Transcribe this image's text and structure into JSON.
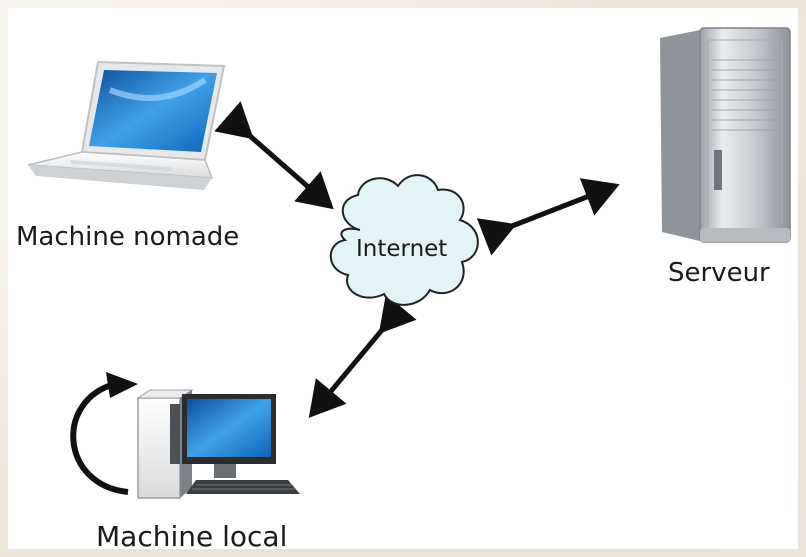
{
  "labels": {
    "nomade": "Machine nomade",
    "serveur": "Serveur",
    "local": "Machine local",
    "internet": "Internet"
  },
  "icons": {
    "laptop": "laptop-icon",
    "server": "server-tower-icon",
    "desktop": "desktop-computer-icon",
    "cloud": "cloud-icon"
  },
  "colors": {
    "arrow": "#111111",
    "cloud_fill": "#e3f4f7",
    "cloud_stroke": "#222222",
    "screen_blue": "#1f78c8"
  }
}
